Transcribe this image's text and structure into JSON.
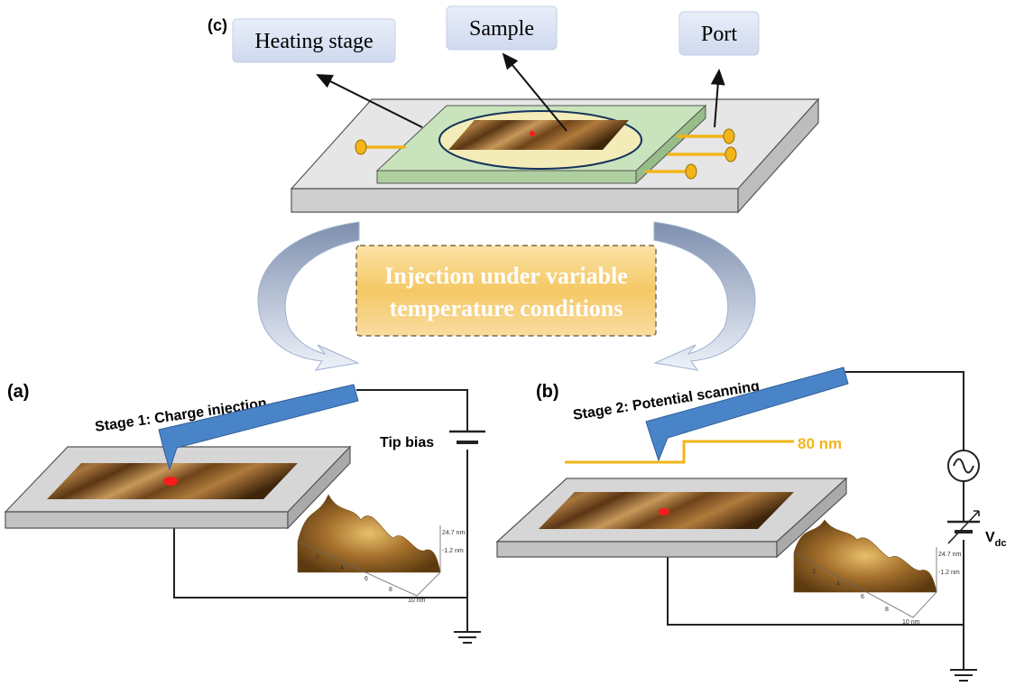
{
  "panels": {
    "a": "(a)",
    "b": "(b)",
    "c": "(c)"
  },
  "labels": {
    "heating_stage": "Heating stage",
    "sample": "Sample",
    "port": "Port"
  },
  "center_box": {
    "line1": "Injection under variable",
    "line2": "temperature conditions"
  },
  "stage_a": {
    "title": "Stage 1: Charge injection",
    "tip_bias": "Tip bias"
  },
  "stage_b": {
    "title": "Stage 2:  Potential scanning",
    "lift_height": "80 nm",
    "vdc_main": "V",
    "vdc_sub": "dc"
  },
  "afm_3d_axes": {
    "z_tick_top": "24.7 nm",
    "z_tick_mid": "-1.2 nm",
    "x_ticks": [
      "2",
      "4",
      "6",
      "8",
      "10 nm"
    ]
  },
  "colors": {
    "label_box": "#dbe4f3",
    "center_box": "#f6cf7a",
    "cantilever": "#4a84c8",
    "gold": "#f2b51a",
    "sample_brown": "#9a6a34",
    "stage_green": "#c9e3bd",
    "charge_red": "#ff1a1a",
    "base_gray": "#d9d9d9"
  }
}
